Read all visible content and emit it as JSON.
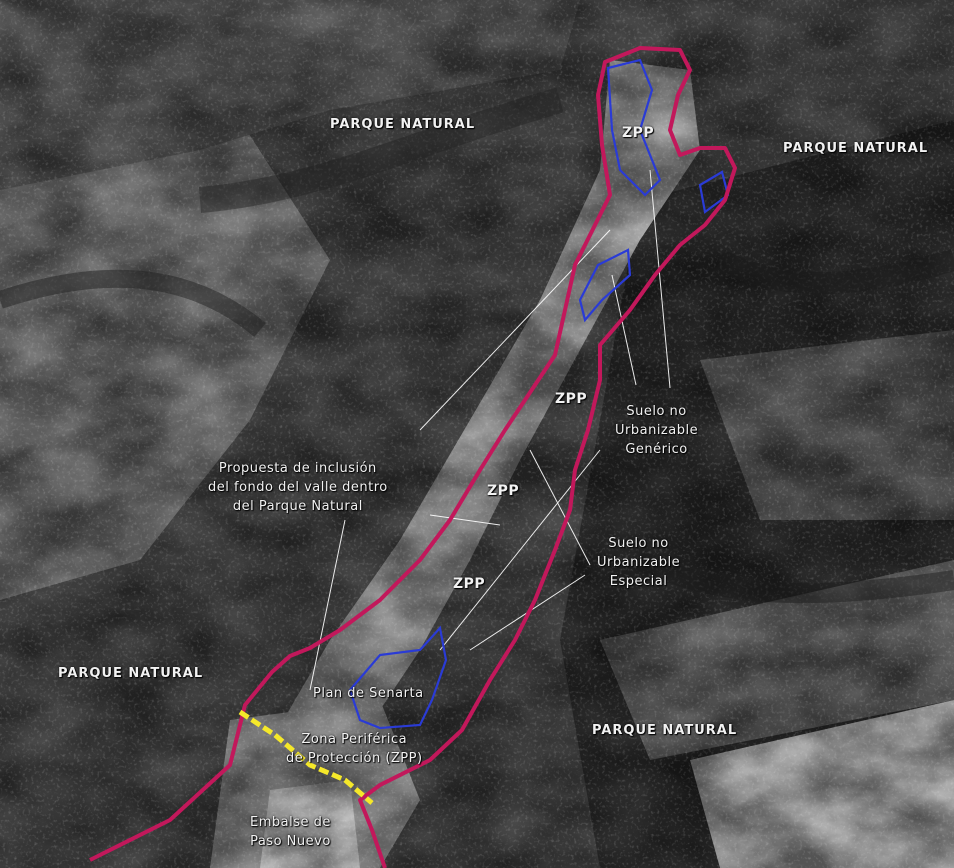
{
  "labels": {
    "pn_top": "PARQUE NATURAL",
    "pn_right": "PARQUE NATURAL",
    "pn_left": "PARQUE NATURAL",
    "pn_bottom": "PARQUE NATURAL",
    "zpp_1": "ZPP",
    "zpp_2": "ZPP",
    "zpp_3": "ZPP",
    "zpp_4": "ZPP",
    "suelo_generico": [
      "Suelo no",
      "Urbanizable",
      "Genérico"
    ],
    "suelo_especial": [
      "Suelo no",
      "Urbanizable",
      "Especial"
    ],
    "propuesta": [
      "Propuesta de inclusión",
      "del fondo del valle dentro",
      "del Parque Natural"
    ],
    "plan_senarta": "Plan de Senarta",
    "zona_periferica": [
      "Zona Periférica",
      "de Protección (ZPP)"
    ],
    "embalse": [
      "Embalse de",
      "Paso Nuevo"
    ]
  },
  "colors": {
    "park_boundary": "#c2185b",
    "zpp_boundary": "#2a3bd6",
    "dam_line": "#f5e82a",
    "label_text": "#f2f2f2"
  }
}
